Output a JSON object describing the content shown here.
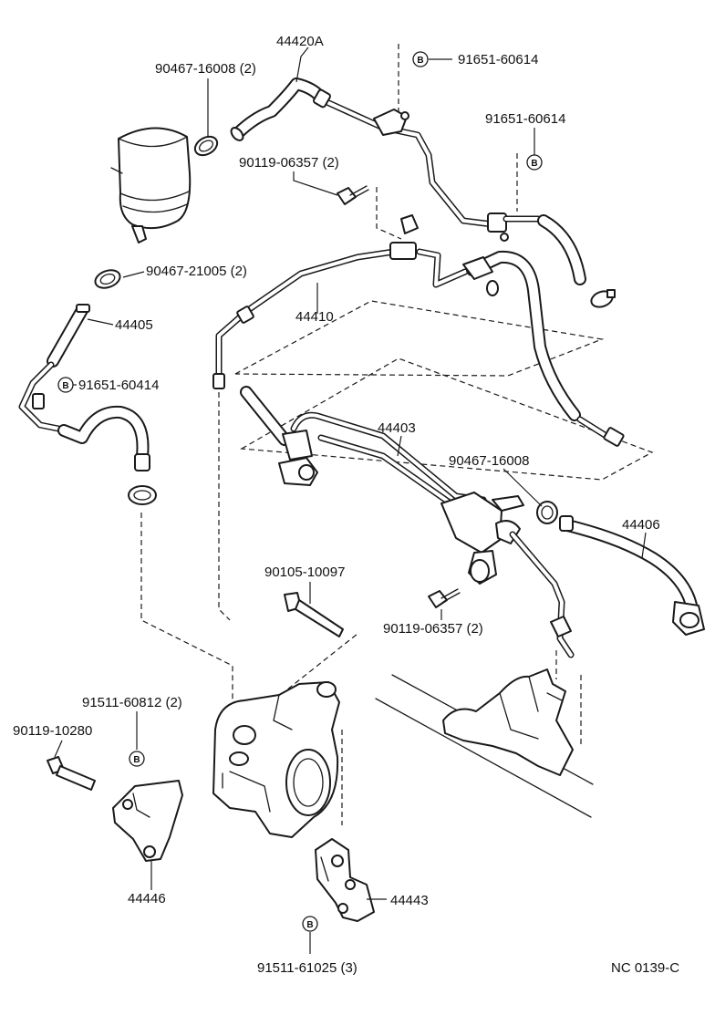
{
  "parts": [
    {
      "id": "p44420A",
      "number": "44420A"
    },
    {
      "id": "p90467-16008-a",
      "number": "90467-16008 (2)"
    },
    {
      "id": "p91651-60614-a",
      "number": "91651-60614",
      "mark": "B"
    },
    {
      "id": "p91651-60614-b",
      "number": "91651-60614",
      "mark": "B"
    },
    {
      "id": "p90119-06357-a",
      "number": "90119-06357 (2)"
    },
    {
      "id": "p90467-21005",
      "number": "90467-21005 (2)"
    },
    {
      "id": "p44410",
      "number": "44410"
    },
    {
      "id": "p44405",
      "number": "44405"
    },
    {
      "id": "p91651-60414",
      "number": "91651-60414",
      "mark": "B"
    },
    {
      "id": "p44403",
      "number": "44403"
    },
    {
      "id": "p90467-16008-b",
      "number": "90467-16008"
    },
    {
      "id": "p44406",
      "number": "44406"
    },
    {
      "id": "p90105-10097",
      "number": "90105-10097"
    },
    {
      "id": "p90119-06357-b",
      "number": "90119-06357 (2)"
    },
    {
      "id": "p91511-60812",
      "number": "91511-60812 (2)",
      "mark": "B"
    },
    {
      "id": "p90119-10280",
      "number": "90119-10280"
    },
    {
      "id": "p44446",
      "number": "44446"
    },
    {
      "id": "p44443",
      "number": "44443"
    },
    {
      "id": "p91511-61025",
      "number": "91511-61025 (3)",
      "mark": "B"
    }
  ],
  "drawing_code": "NC  0139-C"
}
